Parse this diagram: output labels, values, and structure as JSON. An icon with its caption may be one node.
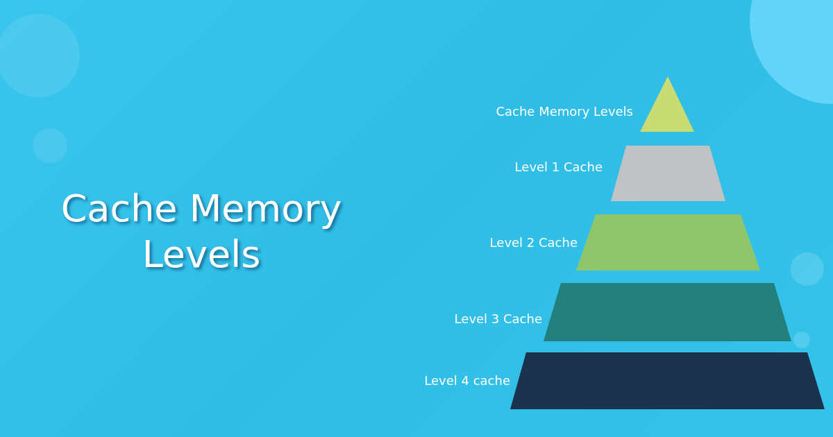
{
  "diagram": {
    "title": "Cache Memory Levels",
    "nodes": [
      {
        "text": [],
        "shape": "triangle",
        "beside": [
          "Cache Memory Levels"
        ]
      },
      {
        "text": [],
        "shape": "trapezoid",
        "beside": [
          "Level 1 Cache"
        ]
      },
      {
        "text": [],
        "shape": "trapezoid",
        "beside": [
          "Level 2 Cache"
        ]
      },
      {
        "text": [],
        "shape": "trapezoid",
        "beside": [
          "Level 3 Cache"
        ]
      },
      {
        "text": [],
        "shape": "trapezoid",
        "beside": [
          "Level 4 cache"
        ]
      }
    ]
  }
}
